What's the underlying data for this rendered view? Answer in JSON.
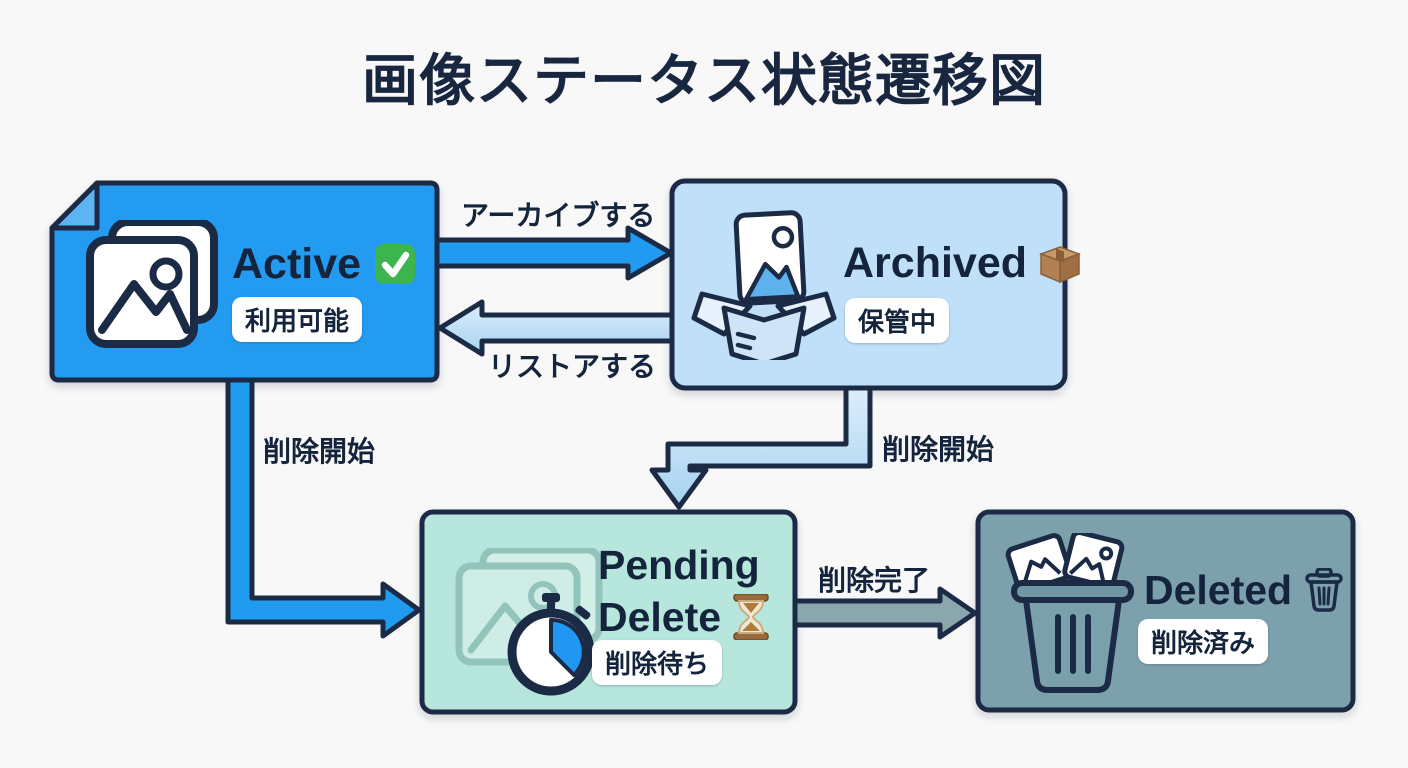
{
  "title": "画像ステータス状態遷移図",
  "colors": {
    "background": "#f7f8f7",
    "outline_navy": "#1b2b45",
    "active_fill": "#209bf0",
    "active_fold": "#5cb5f2",
    "archived_fill": "#c0dff8",
    "pending_fill": "#b7e6dd",
    "deleted_fill": "#7ca1ad",
    "light_arrow": "#bcd9f2",
    "gray_arrow": "#8ba7ae",
    "badge_bg": "#ffffff",
    "check_green": "#3db44d",
    "stopwatch_blue": "#2196f3"
  },
  "states": [
    {
      "id": "active",
      "name": "Active",
      "badge": "利用可能",
      "emoji": "white-check-mark"
    },
    {
      "id": "archived",
      "name": "Archived",
      "badge": "保管中",
      "emoji": "package"
    },
    {
      "id": "pending_delete",
      "name": "Pending Delete",
      "line1": "Pending",
      "line2": "Delete",
      "badge": "削除待ち",
      "emoji": "hourglass"
    },
    {
      "id": "deleted",
      "name": "Deleted",
      "badge": "削除済み",
      "emoji": "wastebasket"
    }
  ],
  "transitions": [
    {
      "from": "active",
      "to": "archived",
      "label": "アーカイブする"
    },
    {
      "from": "archived",
      "to": "active",
      "label": "リストアする"
    },
    {
      "from": "active",
      "to": "pending_delete",
      "label": "削除開始"
    },
    {
      "from": "archived",
      "to": "pending_delete",
      "label": "削除開始"
    },
    {
      "from": "pending_delete",
      "to": "deleted",
      "label": "削除完了"
    }
  ]
}
